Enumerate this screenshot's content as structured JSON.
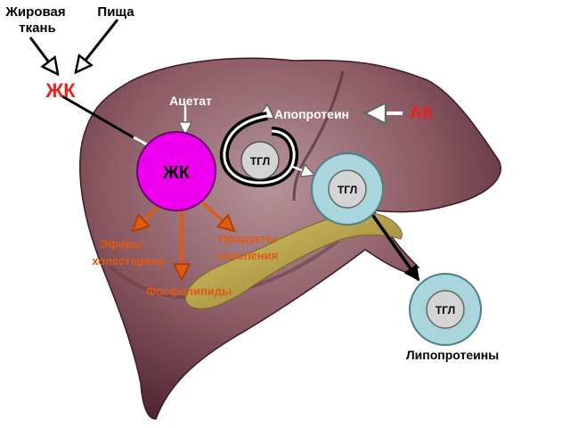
{
  "labels": {
    "fat_tissue_line1": "Жировая",
    "fat_tissue_line2": "ткань",
    "food": "Пища",
    "fa_outside": "ЖК",
    "acetate": "Ацетат",
    "apoprotein": "Апопротеин",
    "amino_acids": "АК",
    "fa_liver": "ЖК",
    "tg_inner": "ТГЛ",
    "tg_cell": "ТГЛ",
    "tg_blood": "ТГЛ",
    "esters_line1": "Эфиры",
    "esters_line2": "холестерина",
    "oxidation_line1": "Продукты",
    "oxidation_line2": "окисления",
    "phospholipids": "Фосфолипиды",
    "lipoproteins": "Липопротеины"
  },
  "colors": {
    "liver": "#8c5a63",
    "liver_dark": "#5e3440",
    "liver_light": "#b08c92",
    "gallbladder": "#b7a44a",
    "fa_circle": "#ee00ee",
    "tg_ring": "#a9d6dc",
    "tg_core": "#d4d4d4",
    "accent_red": "#e8221c",
    "product_orange": "#e05a12"
  }
}
